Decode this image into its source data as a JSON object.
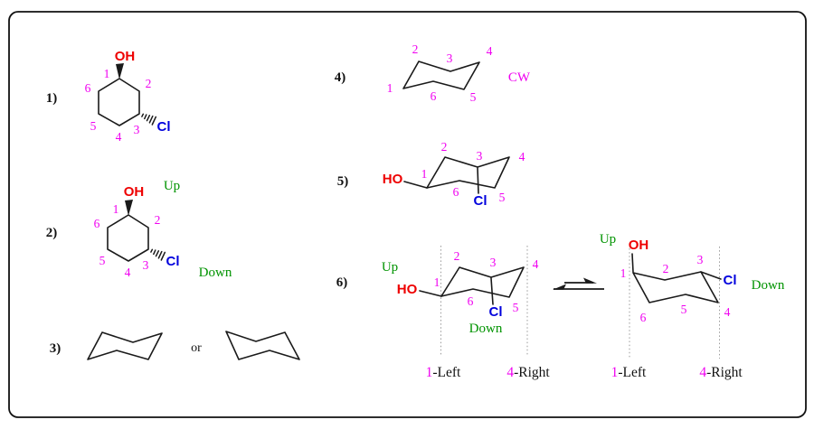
{
  "colors": {
    "bond": "#1a1a1a",
    "label": "#111111",
    "ring_number": "#f000f0",
    "oxygen": "#ee0000",
    "chlorine": "#0000dd",
    "annotation": "#009300",
    "dotted_guide": "#9a9a9a"
  },
  "panels": {
    "p1": {
      "label": "1)",
      "hydroxyl": "OH",
      "chloro": "Cl",
      "ring_numbers": [
        "1",
        "2",
        "3",
        "4",
        "5",
        "6"
      ]
    },
    "p2": {
      "label": "2)",
      "hydroxyl": "OH",
      "chloro": "Cl",
      "up": "Up",
      "down": "Down",
      "ring_numbers": [
        "1",
        "2",
        "3",
        "4",
        "5",
        "6"
      ]
    },
    "p3": {
      "label": "3)",
      "conjunction": "or"
    },
    "p4": {
      "label": "4)",
      "direction": "CW",
      "ring_numbers": [
        "1",
        "2",
        "3",
        "4",
        "5",
        "6"
      ]
    },
    "p5": {
      "label": "5)",
      "hydroxyl": "HO",
      "chloro": "Cl",
      "ring_numbers": [
        "1",
        "2",
        "3",
        "4",
        "5",
        "6"
      ]
    },
    "p6": {
      "label": "6)",
      "left": {
        "up": "Up",
        "hydroxyl": "HO",
        "chloro": "Cl",
        "down": "Down",
        "ring_numbers": [
          "1",
          "2",
          "3",
          "4",
          "5",
          "6"
        ],
        "anchor_left_num": "1",
        "anchor_left_text": "-Left",
        "anchor_right_num": "4",
        "anchor_right_text": "-Right"
      },
      "right": {
        "up": "Up",
        "hydroxyl": "OH",
        "chloro": "Cl",
        "down": "Down",
        "ring_numbers": [
          "1",
          "2",
          "3",
          "4",
          "5",
          "6"
        ],
        "anchor_left_num": "1",
        "anchor_left_text": "-Left",
        "anchor_right_num": "4",
        "anchor_right_text": "-Right"
      }
    }
  }
}
